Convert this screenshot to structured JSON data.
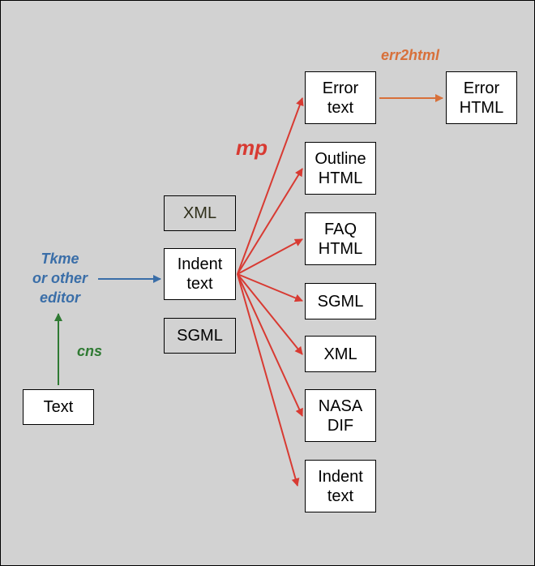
{
  "colors": {
    "background": "#d2d2d2",
    "mp": "#d83a32",
    "err2html": "#d8703a",
    "tkme": "#3a6ea8",
    "cns": "#2f7a33"
  },
  "labels": {
    "mp": "mp",
    "err2html": "err2html",
    "tkme": [
      "Tkme",
      "or other",
      "editor"
    ],
    "cns": "cns"
  },
  "boxes": {
    "text": [
      "Text"
    ],
    "indent_text": [
      "Indent",
      "text"
    ],
    "xml_input": [
      "XML"
    ],
    "sgml_input": [
      "SGML"
    ],
    "error_text": [
      "Error",
      "text"
    ],
    "outline_html": [
      "Outline",
      "HTML"
    ],
    "faq_html": [
      "FAQ",
      "HTML"
    ],
    "sgml_output": [
      "SGML"
    ],
    "xml_output": [
      "XML"
    ],
    "nasa_dif": [
      "NASA",
      "DIF"
    ],
    "indent_text_output": [
      "Indent",
      "text"
    ],
    "error_html": [
      "Error",
      "HTML"
    ]
  }
}
